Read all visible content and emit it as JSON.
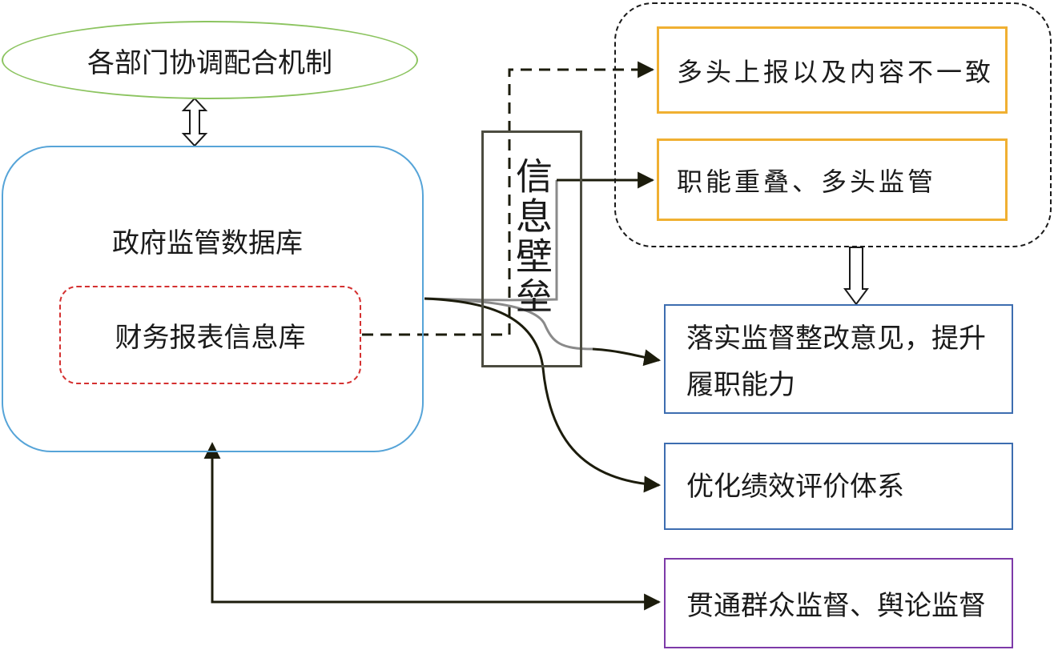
{
  "diagram": {
    "coordination_mechanism": "各部门协调配合机制",
    "gov_database": "政府监管数据库",
    "financial_database": "财务报表信息库",
    "info_barrier": "信息壁垒",
    "issues": {
      "multiple_reporting": "多头上报以及内容不一致",
      "overlapping_functions": "职能重叠、多头监管"
    },
    "outcomes": {
      "rectification": "落实监督整改意见，提升履职能力",
      "performance": "优化绩效评价体系",
      "public_supervision": "贯通群众监督、舆论监督"
    }
  },
  "colors": {
    "coordination_border": "#8cc460",
    "gov_db_border": "#56a4d8",
    "fin_db_border": "#d43030",
    "issue_border": "#f0b032",
    "outcome_border": "#3d6db0",
    "public_border": "#7d3aa8",
    "arrow": "#1c1c0c",
    "gray_line": "#8a8a8a"
  }
}
